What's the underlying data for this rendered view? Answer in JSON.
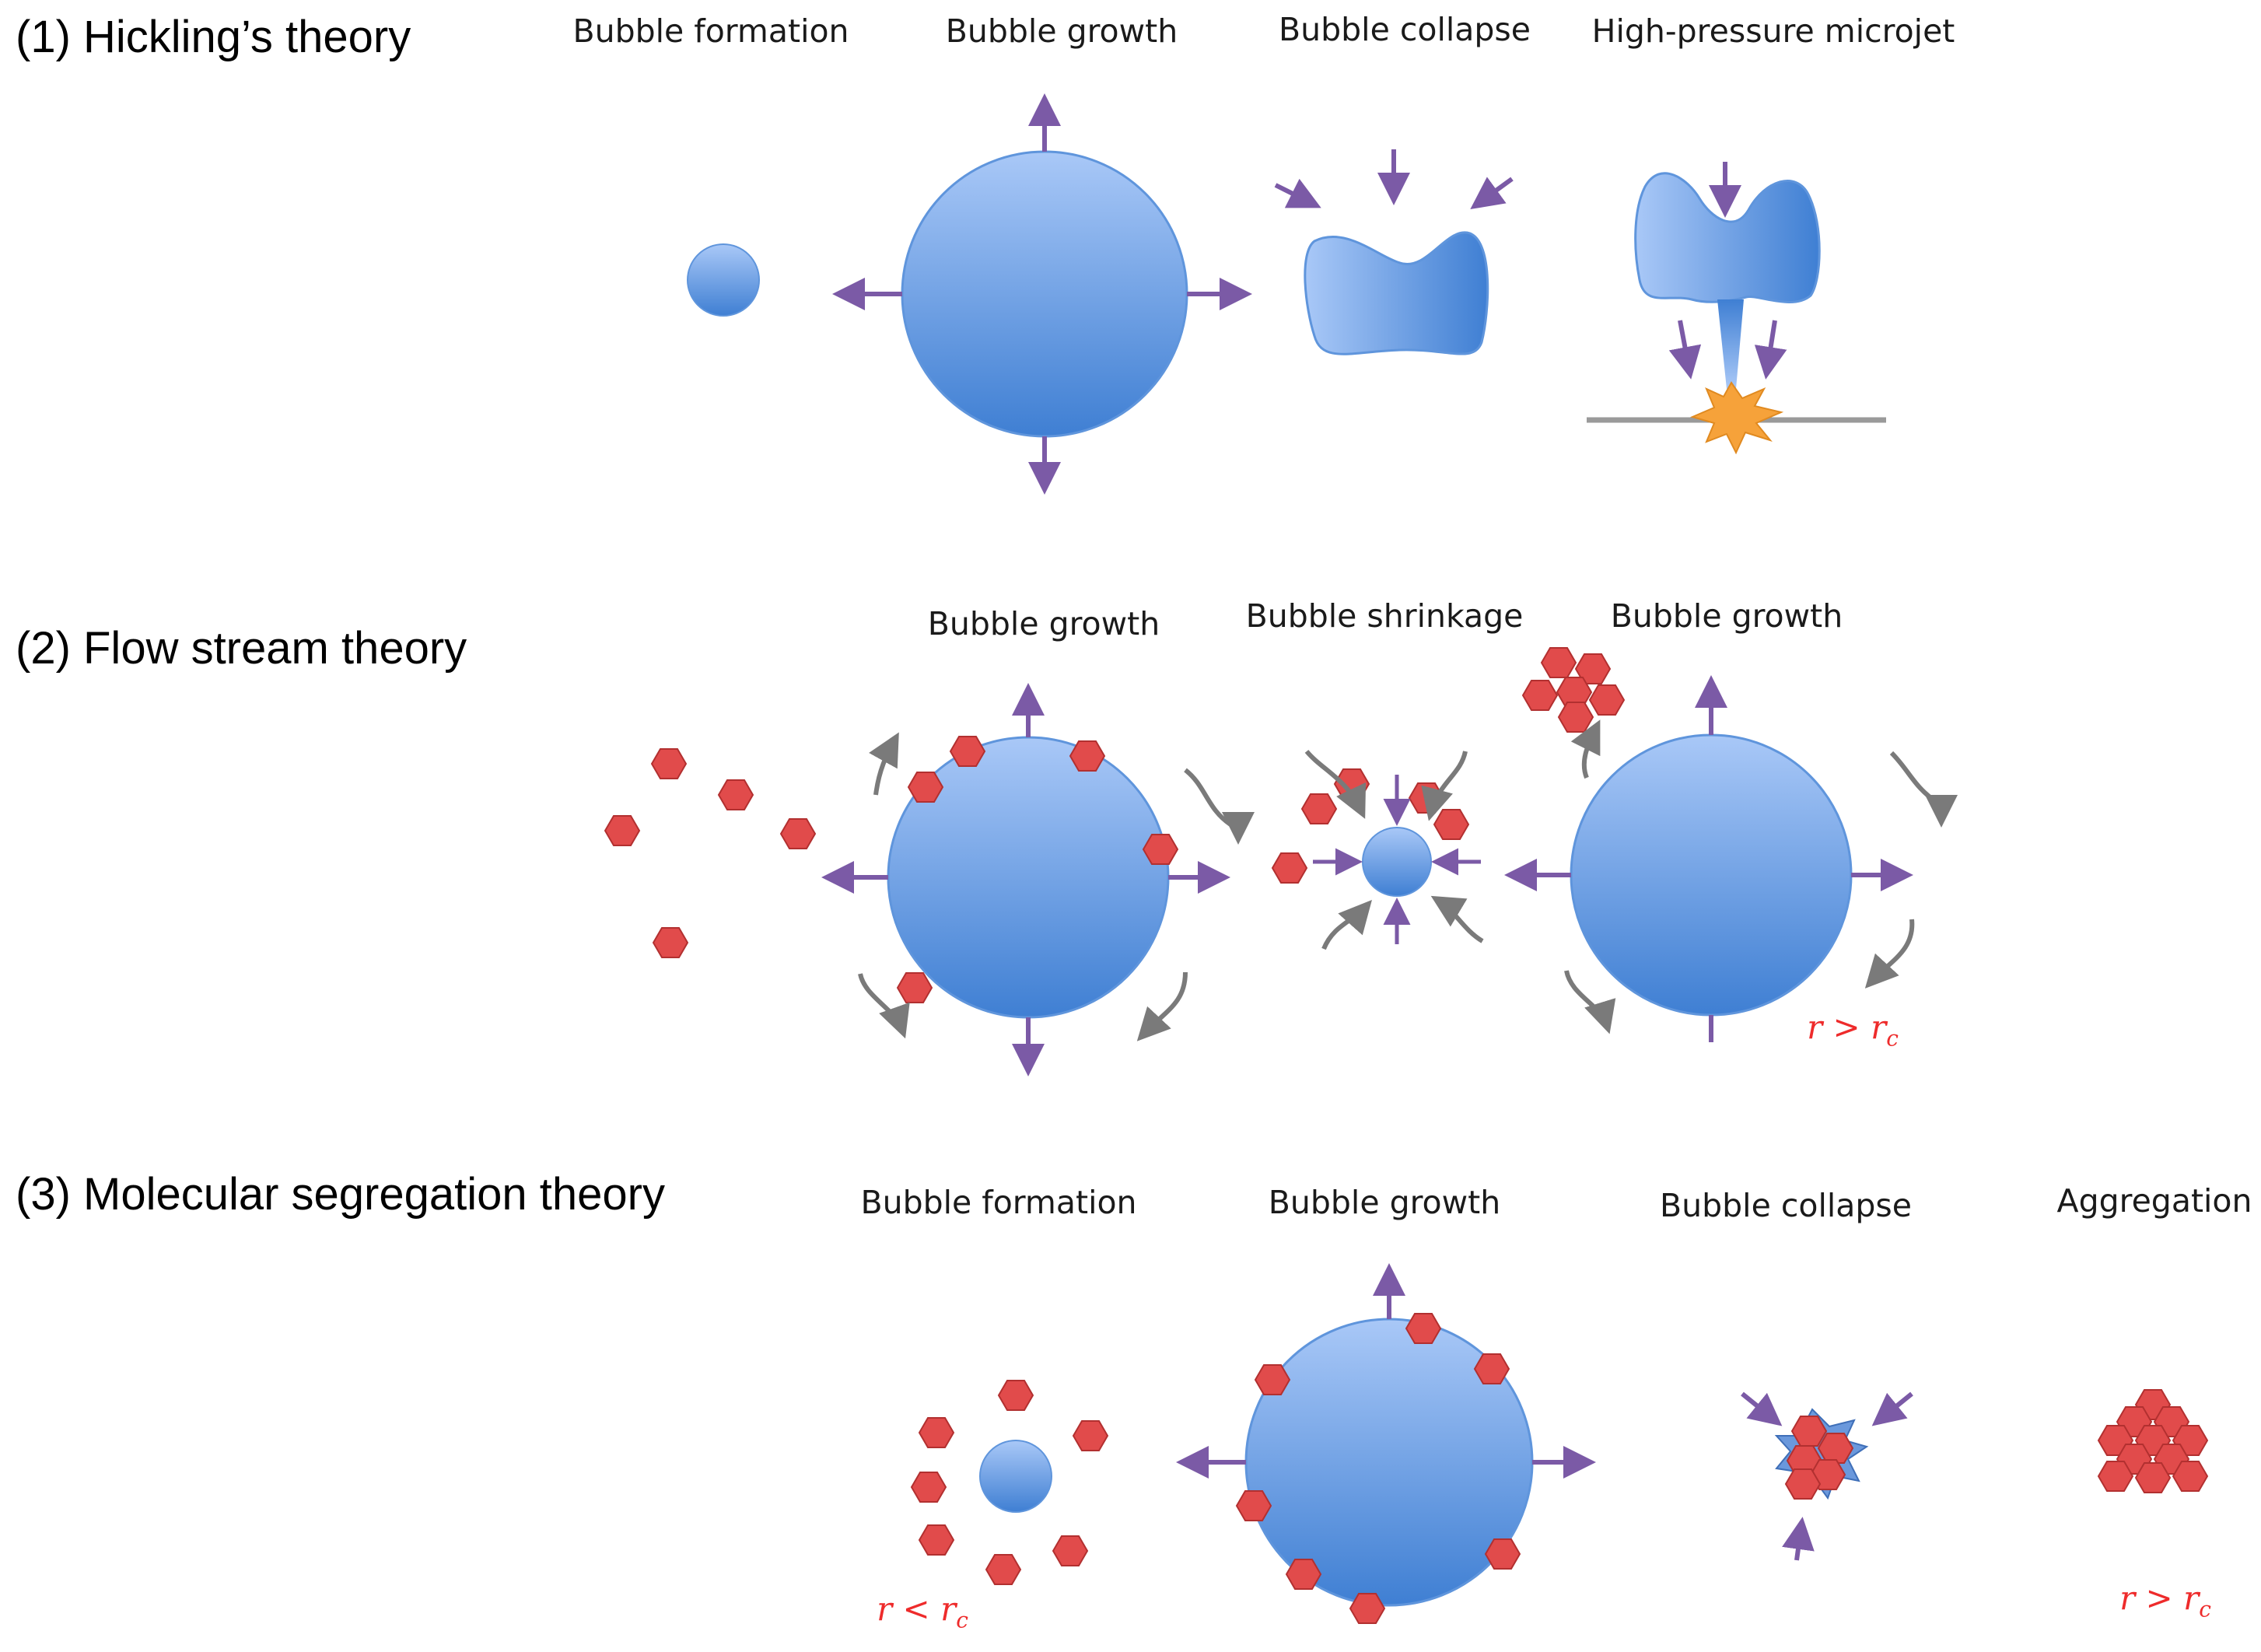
{
  "colors": {
    "bubble_light": "#a9c8f7",
    "bubble_dark": "#3f7fd3",
    "particle": "#e14b4b",
    "arrow_purple": "#7b5aa6",
    "arrow_gray": "#7a7a7a",
    "surface_line": "#9a9a9a",
    "impact_burst": "#f6a23a",
    "inequality_text": "#ee2b2b"
  },
  "theories": [
    {
      "title": "(1) Hickling’s theory",
      "stages": [
        "Bubble formation",
        "Bubble growth",
        "Bubble collapse",
        "High-pressure microjet"
      ]
    },
    {
      "title": "(2) Flow stream theory",
      "stages": [
        "Bubble growth",
        "Bubble shrinkage",
        "Bubble growth"
      ],
      "annotation": {
        "lhs": "r",
        "op": ">",
        "rhs": "r",
        "sub": "c"
      }
    },
    {
      "title": "(3) Molecular segregation theory",
      "stages": [
        "Bubble formation",
        "Bubble growth",
        "Bubble collapse",
        "Aggregation"
      ],
      "annotations": [
        {
          "lhs": "r",
          "op": "<",
          "rhs": "r",
          "sub": "c"
        },
        {
          "lhs": "r",
          "op": ">",
          "rhs": "r",
          "sub": "c"
        }
      ]
    }
  ]
}
